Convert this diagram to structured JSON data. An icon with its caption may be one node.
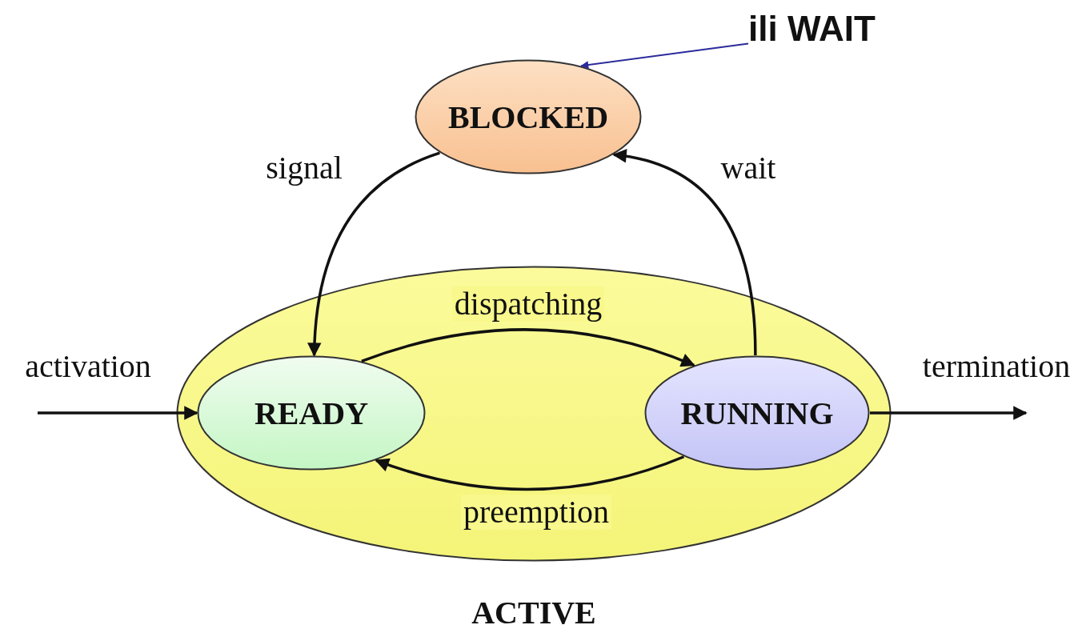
{
  "diagram": {
    "nodes": [
      {
        "text": [
          "ACTIVE"
        ]
      },
      {
        "text": [
          "BLOCKED"
        ]
      },
      {
        "text": [
          "READY"
        ],
        "in": 0
      },
      {
        "text": [
          "RUNNING"
        ],
        "in": 0
      },
      {
        "text": [
          "ili WAIT"
        ]
      }
    ],
    "edges": [
      {
        "from": 1,
        "to": 2,
        "arrow": "to",
        "label": "signal"
      },
      {
        "from": 3,
        "to": 1,
        "arrow": "to",
        "label": "wait"
      },
      {
        "from": 2,
        "to": 3,
        "arrow": "to",
        "label": "dispatching"
      },
      {
        "from": 3,
        "to": 2,
        "arrow": "to",
        "label": "preemption"
      },
      {
        "from": null,
        "to": 2,
        "arrow": "to",
        "label": "activation"
      },
      {
        "from": 3,
        "to": null,
        "arrow": "to",
        "label": "termination"
      },
      {
        "from": 4,
        "to": 1,
        "arrow": "to",
        "color": "#2b2b9c"
      }
    ]
  }
}
